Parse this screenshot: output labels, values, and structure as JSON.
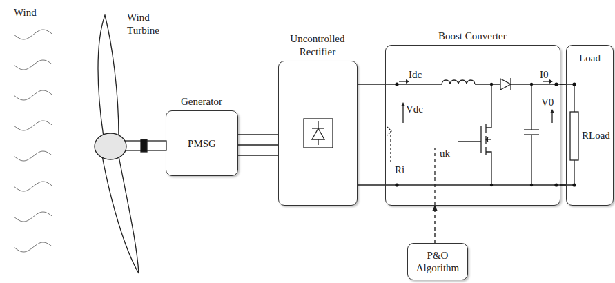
{
  "diagram": {
    "nodes": [
      {
        "text": [
          "Generator",
          "PMSG"
        ]
      },
      {
        "text": [
          "Uncontrolled Rectifier"
        ]
      },
      {
        "text": [
          "Boost Converter"
        ]
      },
      {
        "text": [
          "Load"
        ]
      },
      {
        "text": [
          "P&O Algorithm"
        ]
      }
    ],
    "edges": [
      {
        "from": 0,
        "to": 1,
        "arrow": "none"
      },
      {
        "from": 1,
        "to": 2,
        "arrow": "none"
      },
      {
        "from": 2,
        "to": 3,
        "arrow": "none"
      },
      {
        "from": 4,
        "to": 2,
        "arrow": "to"
      }
    ],
    "labels": [
      "Wind",
      "Wind Turbine",
      "Idc",
      "Vdc",
      "uk",
      "I0",
      "V0",
      "Ri",
      "RLoad"
    ]
  }
}
